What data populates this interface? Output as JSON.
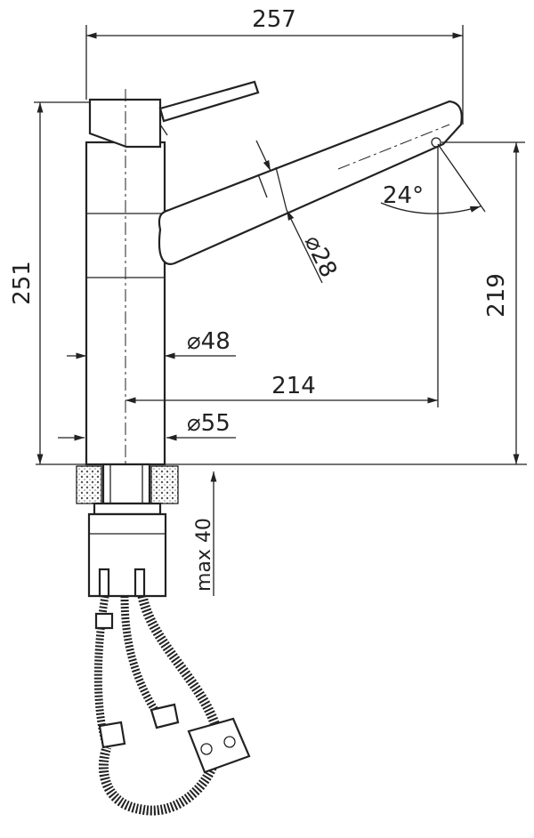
{
  "drawing": {
    "title": "Kitchen faucet dimension drawing",
    "dimensions": {
      "overall_width": "257",
      "overall_height": "251",
      "spout_height": "219",
      "spout_reach": "214",
      "body_diameter": "⌀48",
      "base_diameter": "⌀55",
      "spout_diameter": "⌀28",
      "spout_angle": "24°",
      "max_counter_thickness": "max 40"
    },
    "line_color": "#222222"
  }
}
